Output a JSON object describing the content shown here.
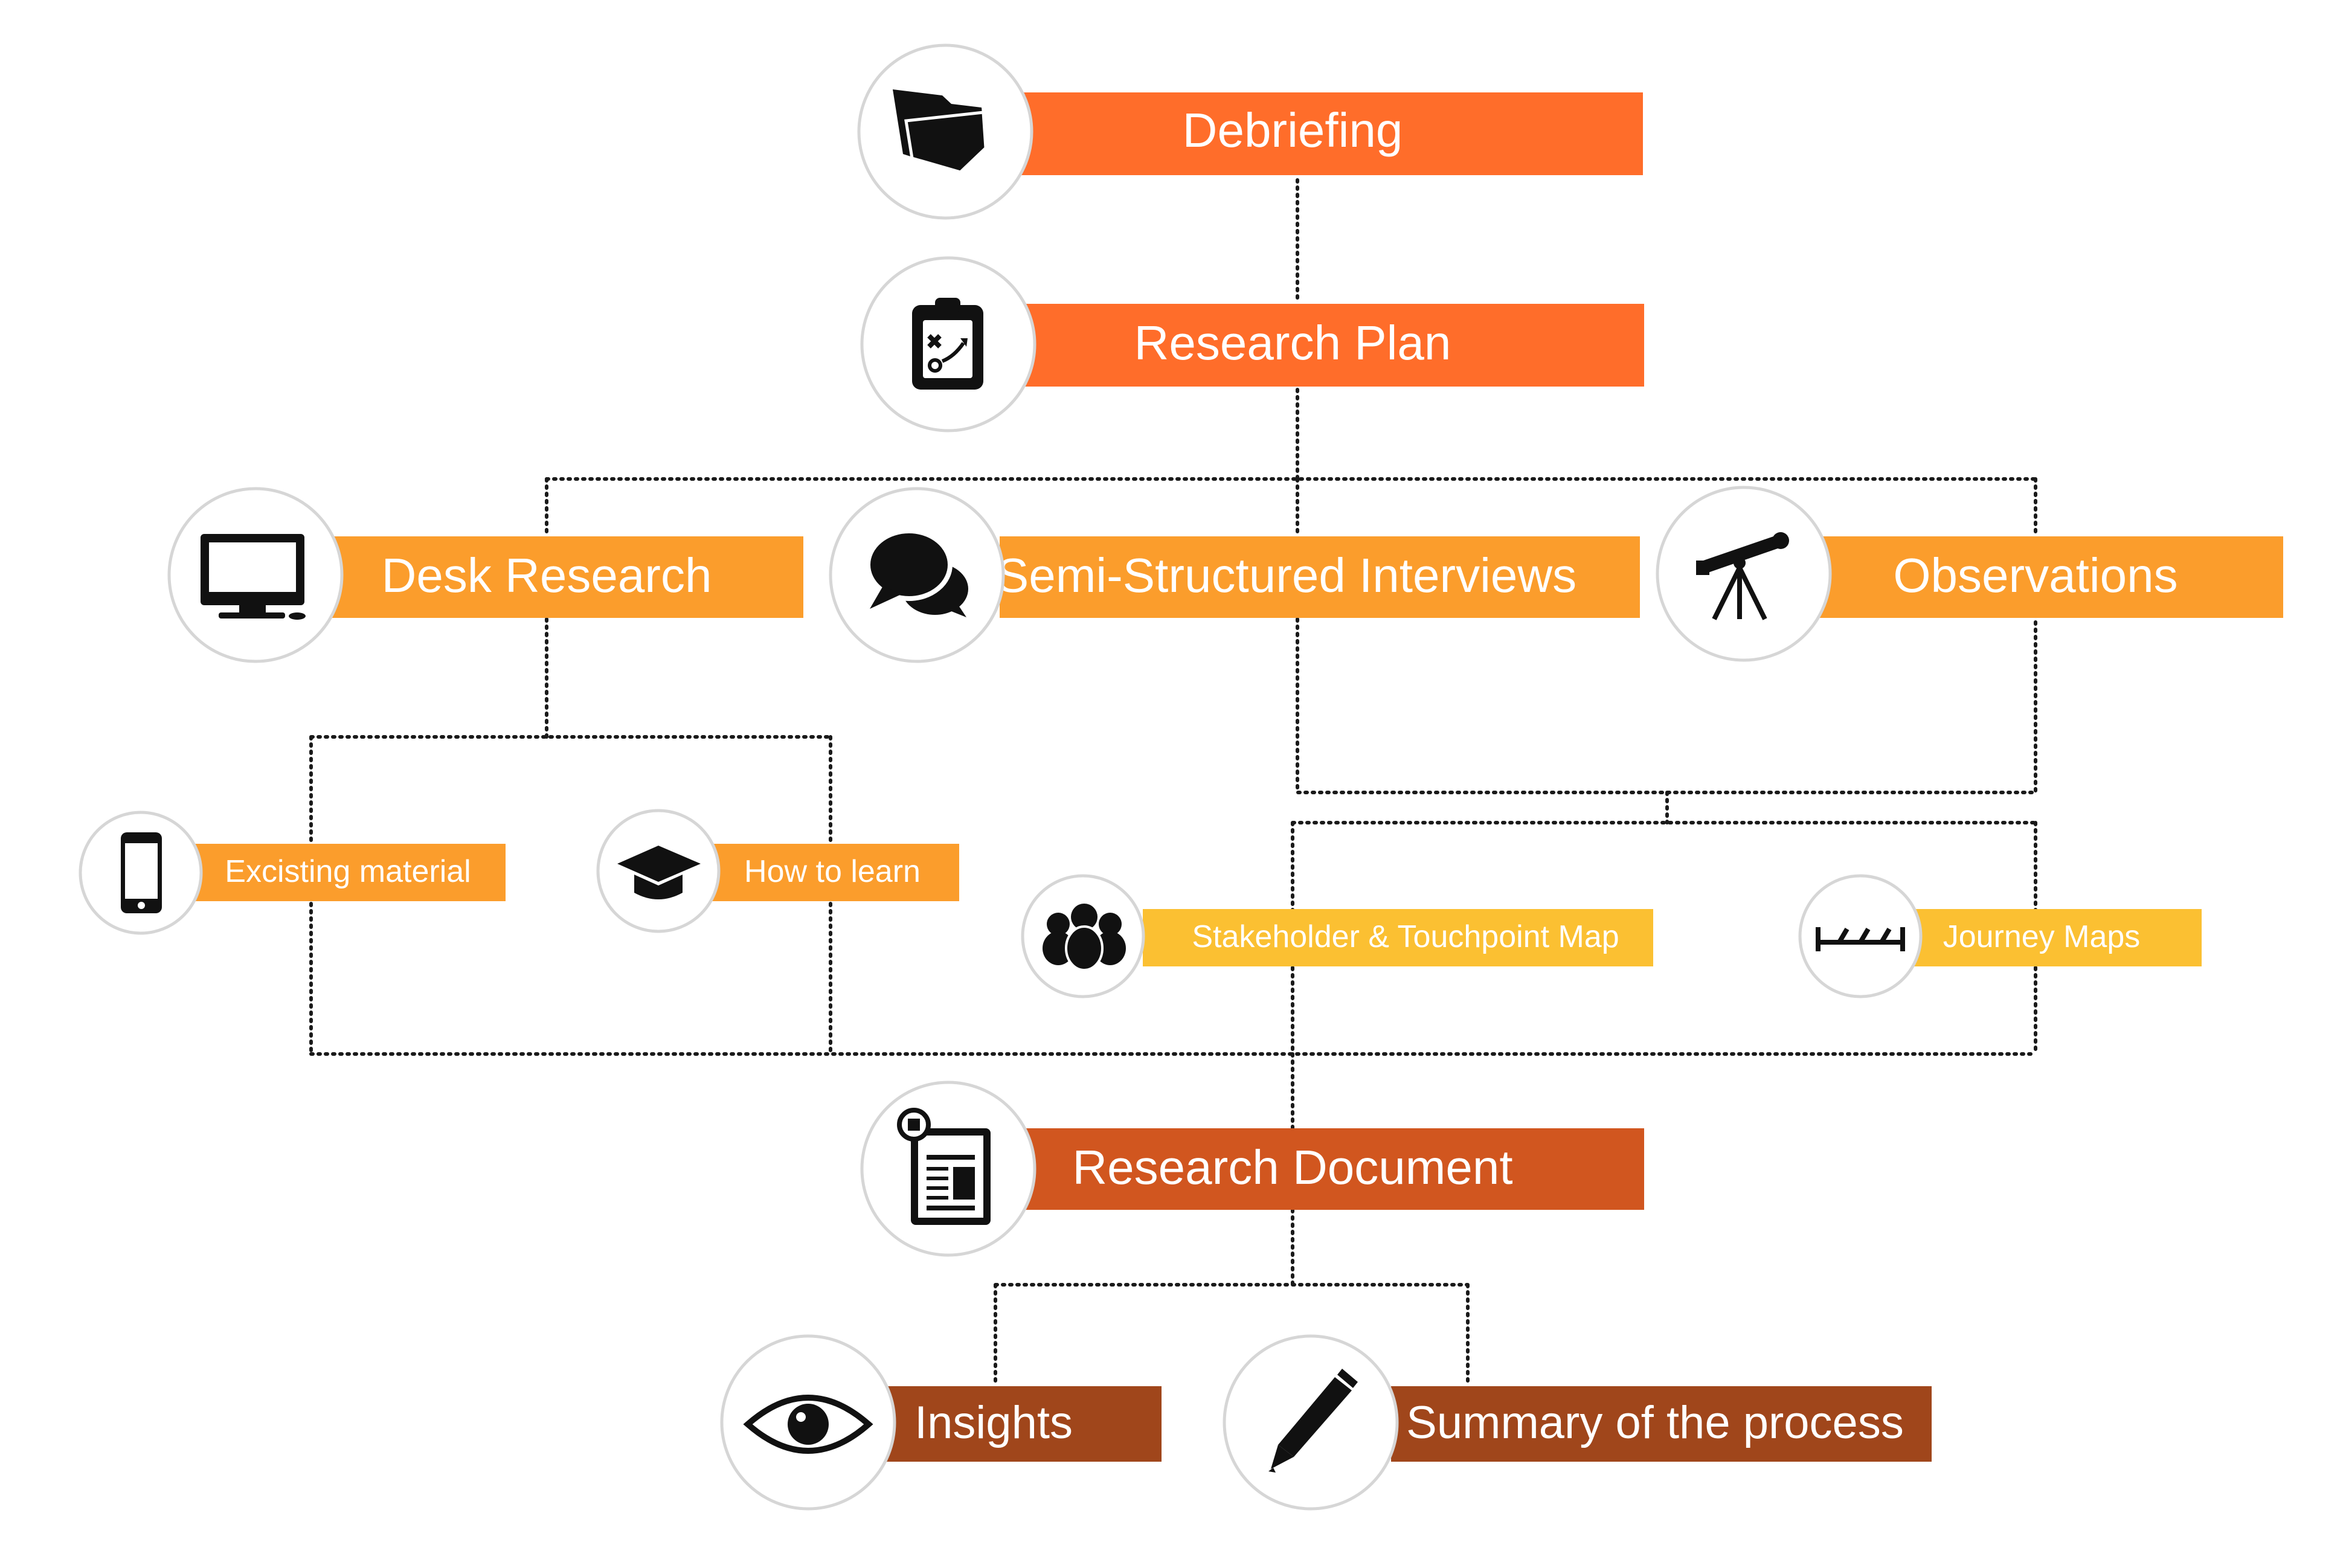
{
  "colors": {
    "orange": "#ff6d2a",
    "light_orange": "#fb9d2c",
    "yellow": "#fbc032",
    "dark_orange": "#d1561f",
    "brown": "#a0461b",
    "connector": "#1a1a1a",
    "circle_border": "#d6d6d6"
  },
  "nodes": {
    "debriefing": {
      "label": "Debriefing",
      "icon": "folder-icon"
    },
    "research_plan": {
      "label": "Research Plan",
      "icon": "clipboard-strategy-icon"
    },
    "desk_research": {
      "label": "Desk Research",
      "icon": "desktop-monitor-icon"
    },
    "interviews": {
      "label": "Semi-Structured Interviews",
      "icon": "speech-bubbles-icon"
    },
    "observations": {
      "label": "Observations",
      "icon": "telescope-icon"
    },
    "existing_material": {
      "label": "Excisting material",
      "icon": "smartphone-icon"
    },
    "how_to_learn": {
      "label": "How to learn",
      "icon": "graduation-cap-icon"
    },
    "stakeholder_map": {
      "label": "Stakeholder & Touchpoint Map",
      "icon": "people-group-icon"
    },
    "journey_maps": {
      "label": "Journey Maps",
      "icon": "timeline-icon"
    },
    "research_document": {
      "label": "Research Document",
      "icon": "document-icon"
    },
    "insights": {
      "label": "Insights",
      "icon": "eye-icon"
    },
    "summary": {
      "label": "Summary of the process",
      "icon": "pen-icon"
    }
  }
}
